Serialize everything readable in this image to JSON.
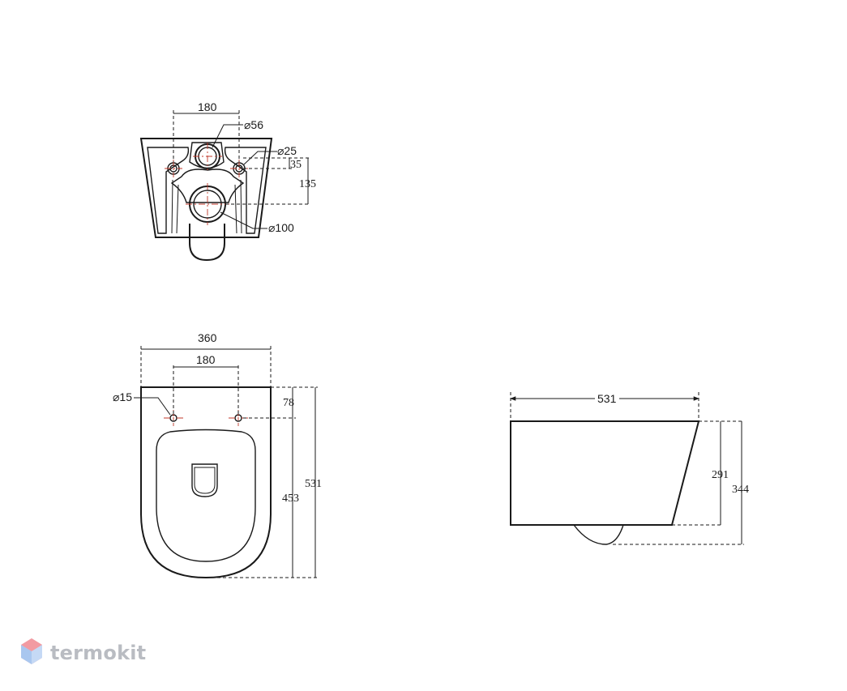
{
  "watermark": {
    "text": "termokit",
    "icon": "hexagon-cube-icon"
  },
  "colors": {
    "line": "#1a1a1a",
    "centerline": "#c0392b",
    "watermark": "#b9bcc2"
  },
  "top_view": {
    "dim_width": "180",
    "dim_outlet_dia": "⌀56",
    "dim_inlet_dia": "⌀25",
    "dim_inlet_offset": "35",
    "dim_drain_height": "135",
    "dim_drain_dia": "⌀100"
  },
  "plan_view": {
    "dim_total_width": "360",
    "dim_bolt_spacing": "180",
    "dim_bolt_dia": "⌀15",
    "dim_bolt_offset": "78",
    "dim_bowl_length": "453",
    "dim_total_length": "531"
  },
  "side_view": {
    "dim_length": "531",
    "dim_height": "291",
    "dim_total_height": "344"
  }
}
